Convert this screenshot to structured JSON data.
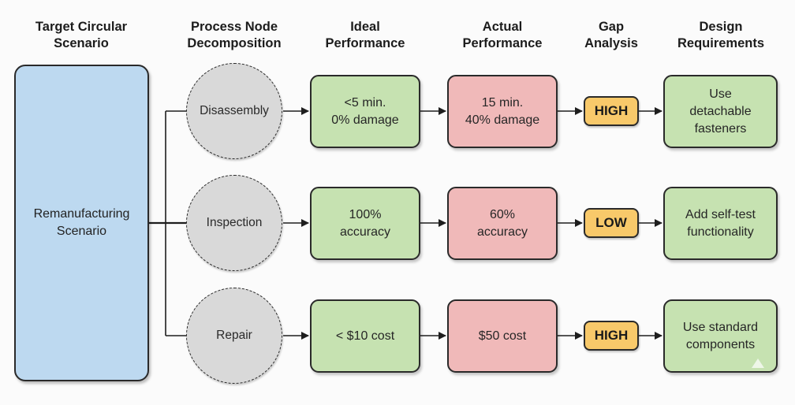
{
  "headers": [
    "Target Circular\nScenario",
    "Process Node\nDecomposition",
    "Ideal\nPerformance",
    "Actual\nPerformance",
    "Gap\nAnalysis",
    "Design\nRequirements"
  ],
  "scenario": {
    "label": "Remanufacturing\nScenario",
    "color": "#bdd9f0"
  },
  "rows": [
    {
      "node": "Disassembly",
      "ideal": "<5 min.\n0% damage",
      "actual": "15 min.\n40% damage",
      "gap": "HIGH",
      "design": "Use\ndetachable\nfasteners"
    },
    {
      "node": "Inspection",
      "ideal": "100%\naccuracy",
      "actual": "60%\naccuracy",
      "gap": "LOW",
      "design": "Add self-test\nfunctionality"
    },
    {
      "node": "Repair",
      "ideal": "< $10 cost",
      "actual": "$50 cost",
      "gap": "HIGH",
      "design": "Use standard\ncomponents"
    }
  ],
  "colors": {
    "ideal": "#c6e2b1",
    "actual": "#f0b9b9",
    "gap": "#f8c96a",
    "design": "#c6e2b1",
    "node": "#d9d9d9"
  }
}
